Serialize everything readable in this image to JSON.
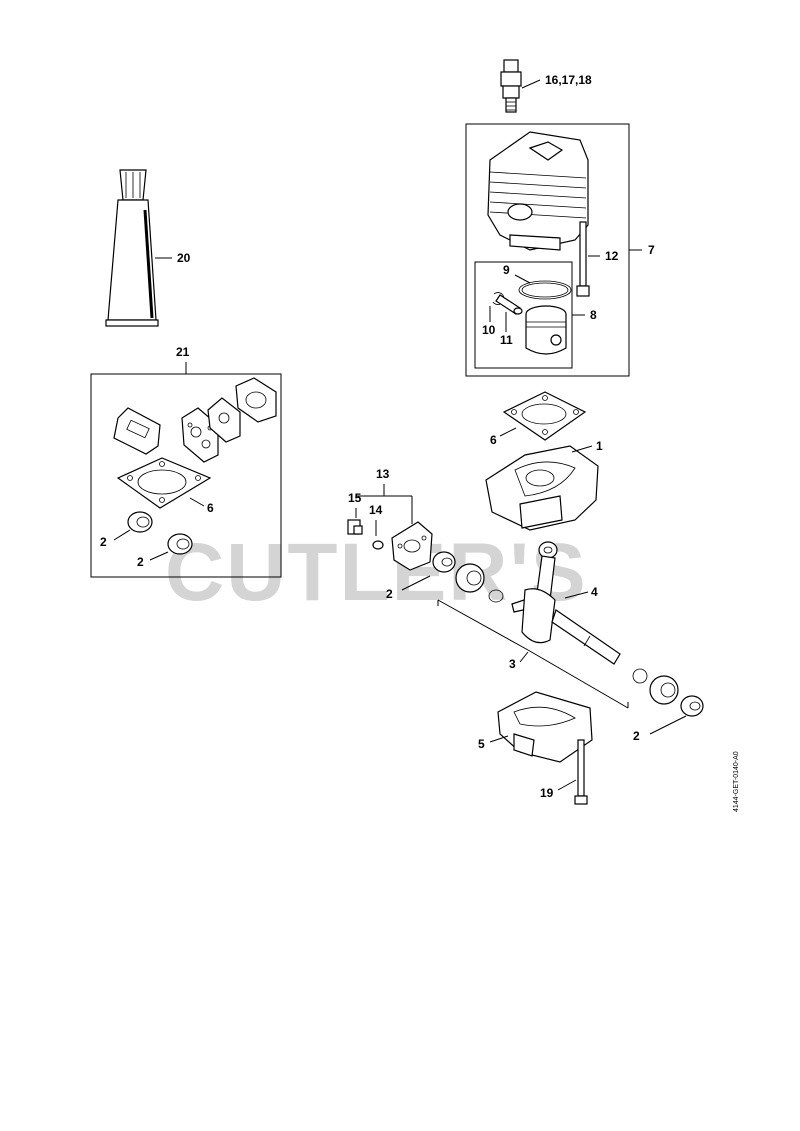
{
  "watermark": "CUTLER'S",
  "document_ref": "4144-GET-0140-A0",
  "callouts": {
    "c1": "1",
    "c2a": "2",
    "c2b": "2",
    "c2c": "2",
    "c2d": "2",
    "c3": "3",
    "c4": "4",
    "c5": "5",
    "c6a": "6",
    "c6b": "6",
    "c7": "7",
    "c8": "8",
    "c9": "9",
    "c10": "10",
    "c11": "11",
    "c12": "12",
    "c13": "13",
    "c14": "14",
    "c15": "15",
    "c16": "16,17,18",
    "c19": "19",
    "c20": "20",
    "c21": "21"
  }
}
